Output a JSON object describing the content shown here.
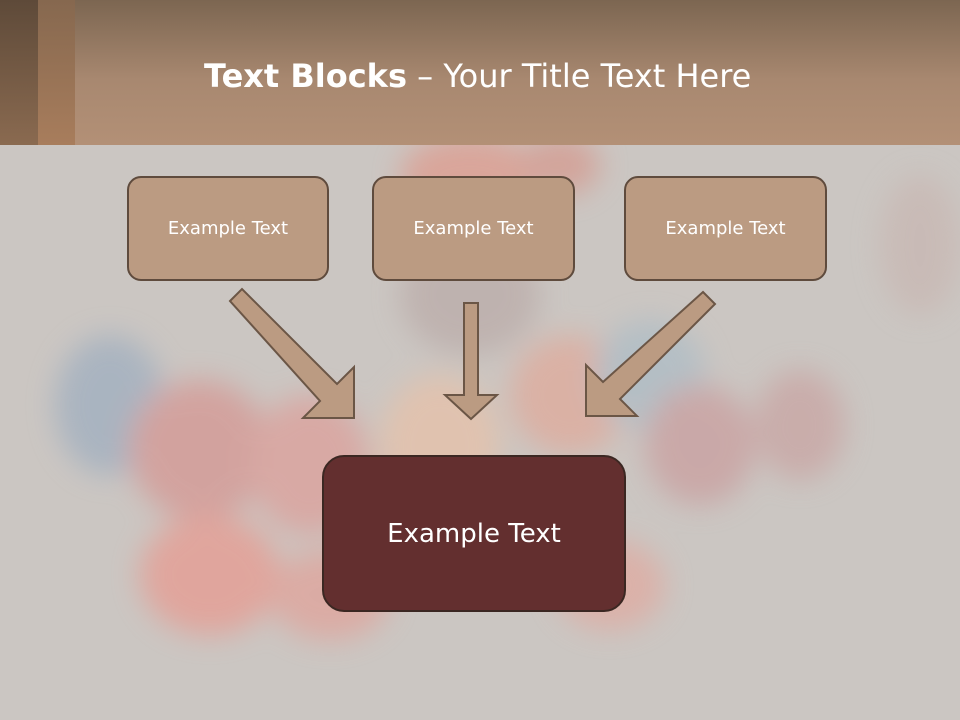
{
  "title": {
    "bold": "Text Blocks",
    "dash": " – ",
    "rest": "Your Title Text Here"
  },
  "top_boxes": [
    {
      "label": "Example Text"
    },
    {
      "label": "Example Text"
    },
    {
      "label": "Example Text"
    }
  ],
  "bottom_box": {
    "label": "Example Text"
  },
  "colors": {
    "header": "#a88870",
    "top_box_fill": "#bb9b82",
    "top_box_border": "#5f4b3d",
    "bottom_box_fill": "#632f2f",
    "arrow_fill": "#bb9b82",
    "arrow_stroke": "#6b5646",
    "background": "#cbc6c2"
  }
}
